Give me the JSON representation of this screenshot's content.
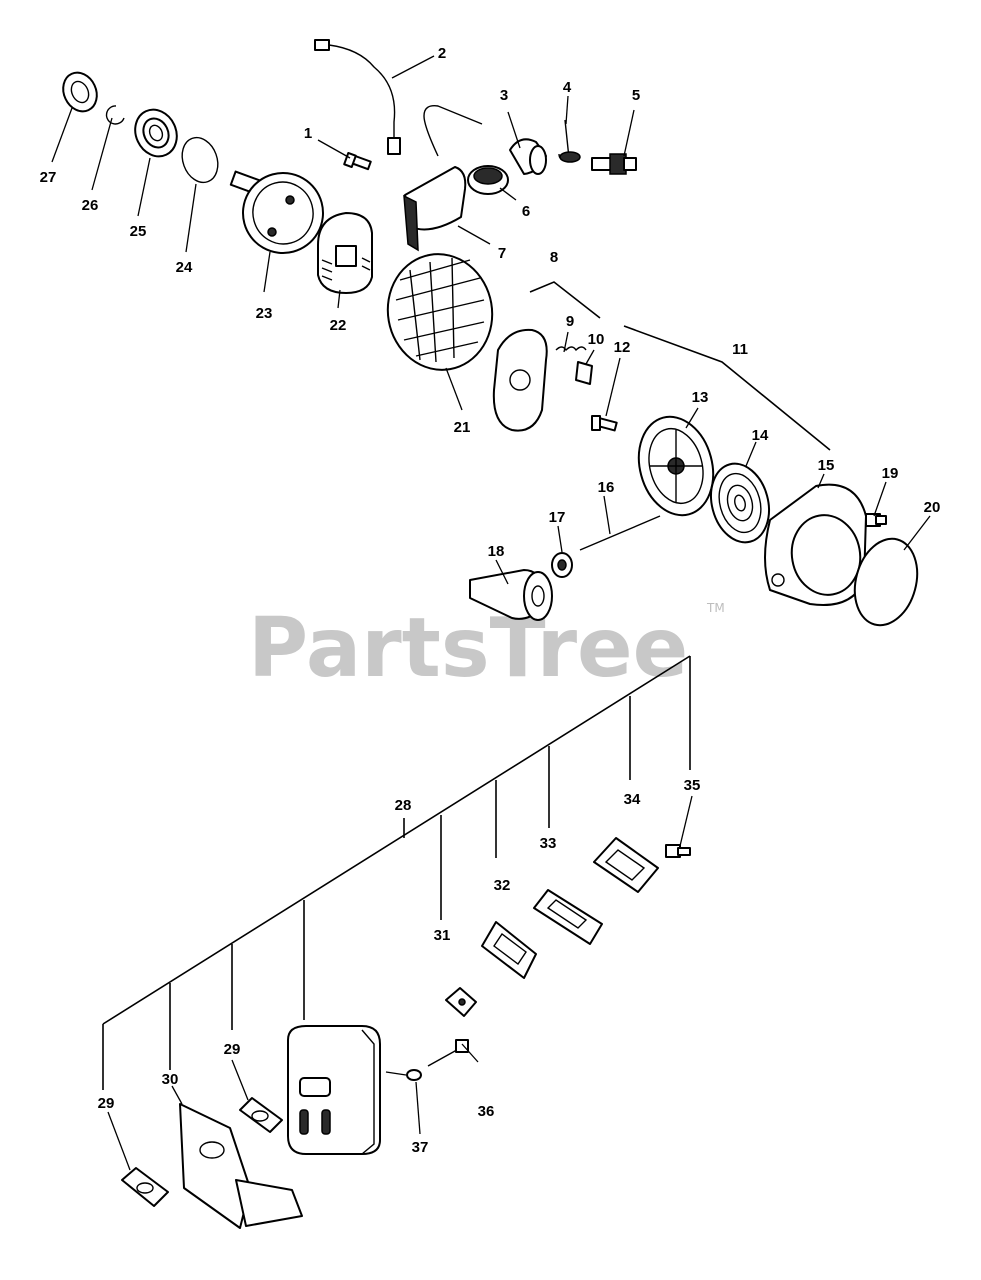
{
  "watermark": {
    "text": "PartsTree",
    "trademark": "TM"
  },
  "callouts": [
    "1",
    "2",
    "3",
    "4",
    "5",
    "6",
    "7",
    "8",
    "9",
    "10",
    "11",
    "12",
    "13",
    "14",
    "15",
    "16",
    "17",
    "18",
    "19",
    "20",
    "21",
    "22",
    "23",
    "24",
    "25",
    "26",
    "27",
    "28",
    "29",
    "29",
    "30",
    "31",
    "32",
    "33",
    "34",
    "35",
    "36",
    "37"
  ]
}
